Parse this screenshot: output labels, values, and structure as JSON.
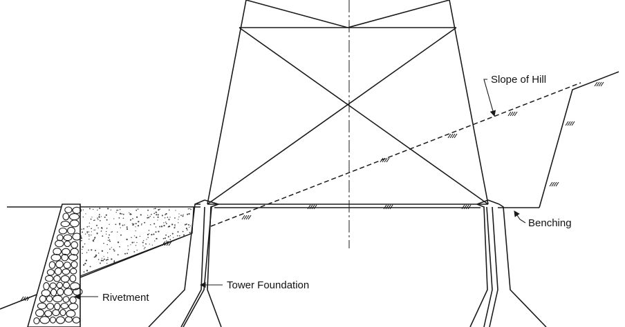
{
  "labels": {
    "slope": "Slope of Hill",
    "benching": "Benching",
    "foundation": "Tower Foundation",
    "rivetment": "Rivetment"
  },
  "colors": {
    "ink": "#1a1a1a",
    "background": "#ffffff"
  }
}
